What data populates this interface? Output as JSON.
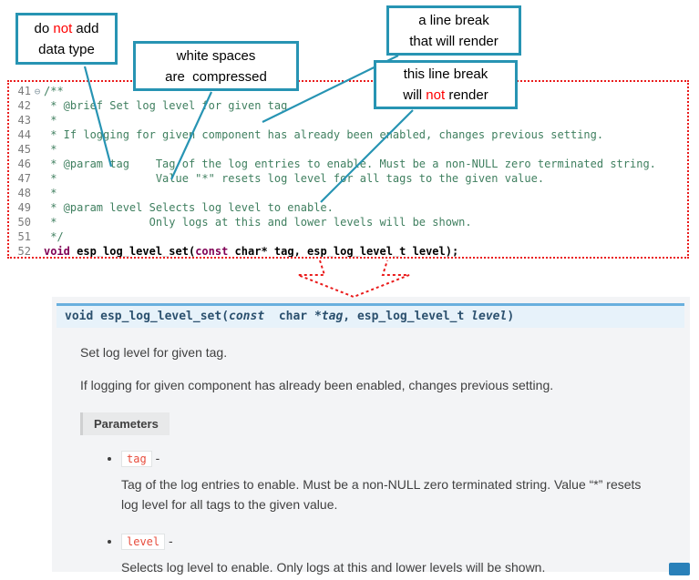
{
  "callouts": [
    {
      "id": "do-not-add-data-type",
      "lines": [
        [
          {
            "t": "do "
          },
          {
            "t": "not",
            "red": true
          },
          {
            "t": " add"
          }
        ],
        [
          {
            "t": "data type"
          }
        ]
      ]
    },
    {
      "id": "white-spaces-compressed",
      "lines": [
        [
          {
            "t": "white spaces"
          }
        ],
        [
          {
            "t": "are  compressed"
          }
        ]
      ]
    },
    {
      "id": "line-break-renders",
      "lines": [
        [
          {
            "t": "a line break"
          }
        ],
        [
          {
            "t": "that will render"
          }
        ]
      ]
    },
    {
      "id": "line-break-not-renders",
      "lines": [
        [
          {
            "t": "this line break"
          }
        ],
        [
          {
            "t": "will "
          },
          {
            "t": "not",
            "red": true
          },
          {
            "t": " render"
          }
        ]
      ]
    }
  ],
  "editor": {
    "lines": [
      {
        "num": "41",
        "fold": "⊖",
        "segs": [
          {
            "t": "/**",
            "c": "comment"
          }
        ]
      },
      {
        "num": "42",
        "segs": [
          {
            "t": " * @brief Set log level for given tag",
            "c": "comment"
          }
        ]
      },
      {
        "num": "43",
        "segs": [
          {
            "t": " *",
            "c": "comment"
          }
        ]
      },
      {
        "num": "44",
        "segs": [
          {
            "t": " * If logging for given component has already been enabled, changes previous setting.",
            "c": "comment"
          }
        ]
      },
      {
        "num": "45",
        "segs": [
          {
            "t": " *",
            "c": "comment"
          }
        ]
      },
      {
        "num": "46",
        "segs": [
          {
            "t": " * @param tag    Tag of the log entries to enable. Must be a non-NULL zero terminated string.",
            "c": "comment"
          }
        ]
      },
      {
        "num": "47",
        "segs": [
          {
            "t": " *               Value \"*\" resets log level for all tags to the given value.",
            "c": "comment"
          }
        ]
      },
      {
        "num": "48",
        "segs": [
          {
            "t": " *",
            "c": "comment"
          }
        ]
      },
      {
        "num": "49",
        "segs": [
          {
            "t": " * @param level Selects log level to enable.",
            "c": "comment"
          }
        ]
      },
      {
        "num": "50",
        "segs": [
          {
            "t": " *              Only logs at this and lower levels will be shown.",
            "c": "comment"
          }
        ]
      },
      {
        "num": "51",
        "segs": [
          {
            "t": " */",
            "c": "comment"
          }
        ]
      },
      {
        "num": "52",
        "segs": [
          {
            "t": "void",
            "c": "keyword"
          },
          {
            "t": " ",
            "c": "plain"
          },
          {
            "t": "esp_log_level_set",
            "c": "function"
          },
          {
            "t": "(",
            "c": "plain"
          },
          {
            "t": "const",
            "c": "keyword"
          },
          {
            "t": " char* tag, esp_log_level_t level);",
            "c": "plain"
          }
        ]
      }
    ]
  },
  "docs": {
    "signature": [
      {
        "t": "void ",
        "c": "kw"
      },
      {
        "t": "esp_log_level_set",
        "c": "name"
      },
      {
        "t": "(",
        "c": "p"
      },
      {
        "t": "const",
        "c": "kwi"
      },
      {
        "t": "  char *",
        "c": "p"
      },
      {
        "t": "tag",
        "c": "arg"
      },
      {
        "t": ", ",
        "c": "p"
      },
      {
        "t": "esp_log_level_t ",
        "c": "p"
      },
      {
        "t": "level",
        "c": "arg"
      },
      {
        "t": ")",
        "c": "p"
      }
    ],
    "para1": "Set log level for given tag.",
    "para2": "If logging for given component has already been enabled, changes previous setting.",
    "params_label": "Parameters",
    "param_sep": "-",
    "params": [
      {
        "name": "tag",
        "desc": "Tag of the log entries to enable. Must be a non-NULL zero terminated string. Value “*” resets log level for all tags to the given value."
      },
      {
        "name": "level",
        "desc": "Selects log level to enable. Only logs at this and lower levels will be shown."
      }
    ]
  },
  "colors": {
    "callout_border": "#2794b3",
    "highlight_red": "#ff0000",
    "dotted_border_red": "#ea1c1c",
    "comment_green": "#3F7F5F",
    "keyword_purple": "#7F0055",
    "sig_background": "#e7f2fa",
    "sig_top_border": "#6ab0de",
    "literal_red": "#e74c3c",
    "panel_gray": "#f3f4f6",
    "badge_blue": "#2980b9"
  }
}
